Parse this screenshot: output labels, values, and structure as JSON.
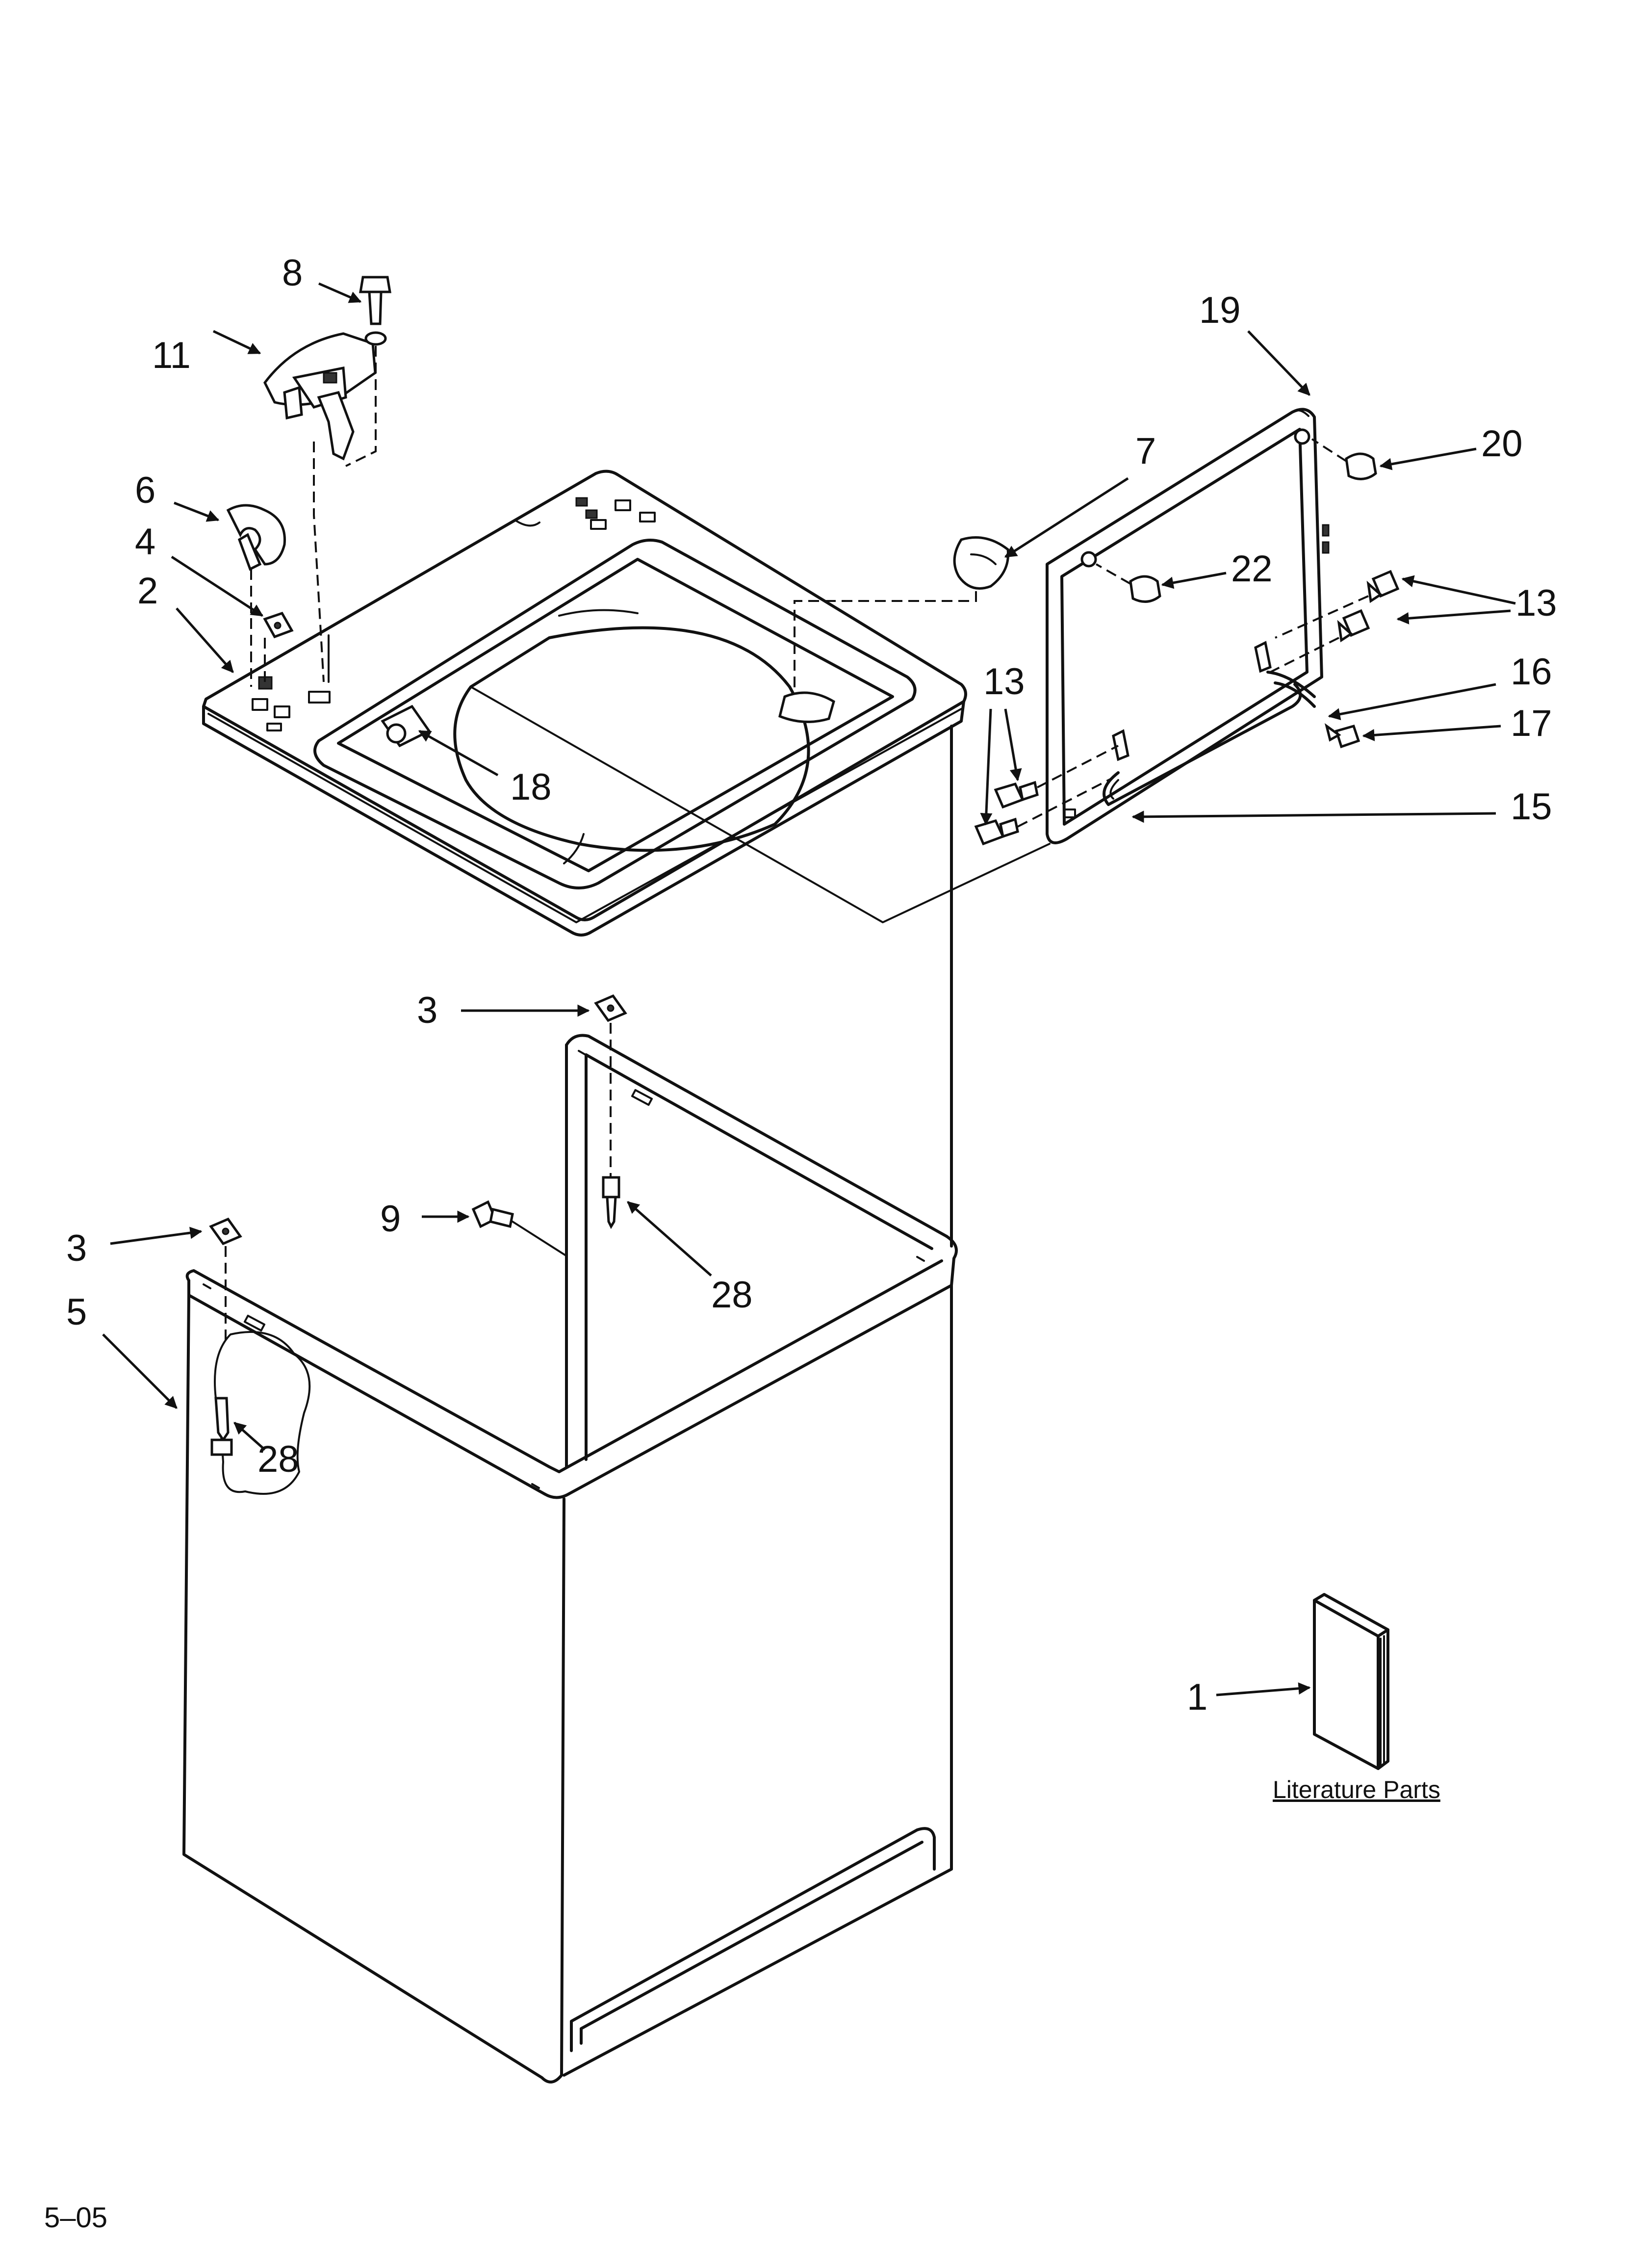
{
  "callouts": {
    "c8": "8",
    "c11": "11",
    "c6": "6",
    "c4": "4",
    "c2": "2",
    "c7": "7",
    "c18": "18",
    "c19": "19",
    "c20": "20",
    "c22": "22",
    "c13a": "13",
    "c16": "16",
    "c17": "17",
    "c13b": "13",
    "c15": "15",
    "c3a": "3",
    "c3b": "3",
    "c5": "5",
    "c9": "9",
    "c28a": "28",
    "c28b": "28",
    "c1": "1"
  },
  "literature_label": "Literature Parts",
  "footer_code": "5–05"
}
